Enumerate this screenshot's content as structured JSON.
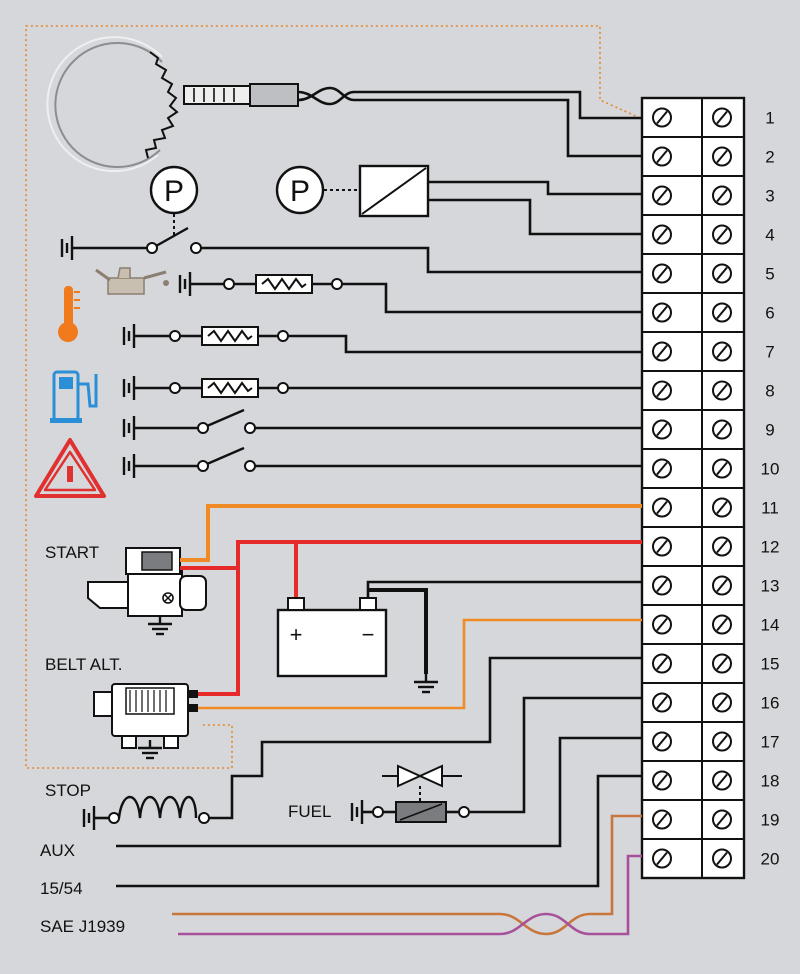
{
  "labels": {
    "start": "START",
    "belt_alt": "BELT ALT.",
    "stop": "STOP",
    "fuel": "FUEL",
    "aux": "AUX",
    "ign": "15/54",
    "sae": "SAE J1939",
    "pressure_symbol": "P",
    "battery_plus": "+",
    "battery_minus": "−"
  },
  "terminals": [
    "1",
    "2",
    "3",
    "4",
    "5",
    "6",
    "7",
    "8",
    "9",
    "10",
    "11",
    "12",
    "13",
    "14",
    "15",
    "16",
    "17",
    "18",
    "19",
    "20"
  ],
  "colors": {
    "background": "#d5d7da",
    "wire_black": "#111111",
    "wire_orange": "#f08a24",
    "wire_red": "#e62a2a",
    "wire_brown": "#c8763c",
    "wire_purple": "#a8509a",
    "dotted_orange": "#e8862a",
    "thermo_orange": "#f07a1c",
    "fuel_blue": "#2a8fd6",
    "warning_red": "#e03030"
  },
  "icons": [
    "magnetic-pickup-sensor-icon",
    "oil-pressure-switch-icon",
    "pressure-transducer-icon",
    "oil-can-icon",
    "thermometer-icon",
    "fuel-pump-icon",
    "warning-triangle-icon",
    "starter-motor-icon",
    "battery-icon",
    "alternator-icon",
    "stop-solenoid-icon",
    "fuel-valve-icon",
    "ground-symbol-icon"
  ]
}
